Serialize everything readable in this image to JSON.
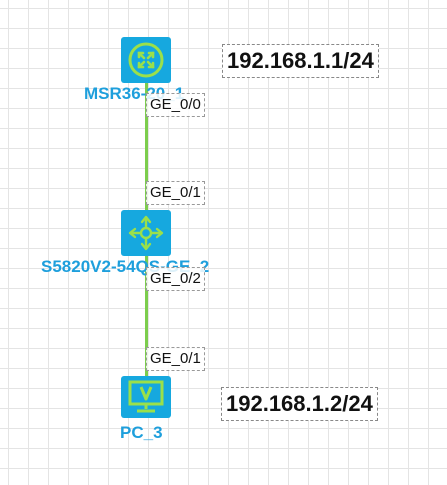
{
  "devices": {
    "router": {
      "name": "MSR36-20_1",
      "icon": "router-icon"
    },
    "switch": {
      "name": "S5820V2-54QS-GE_2",
      "icon": "switch-icon"
    },
    "pc": {
      "name": "PC_3",
      "icon": "pc-icon"
    }
  },
  "ports": {
    "router_ge0_0": "GE_0/0",
    "switch_ge0_1": "GE_0/1",
    "switch_ge0_2": "GE_0/2",
    "pc_ge0_1": "GE_0/1"
  },
  "notes": {
    "router_ip": "192.168.1.1/24",
    "pc_ip": "192.168.1.2/24"
  },
  "colors": {
    "device_blue": "#16a8df",
    "label_blue": "#1e9fdc",
    "link_green": "#7ccd4d",
    "icon_green": "#9be04a"
  }
}
